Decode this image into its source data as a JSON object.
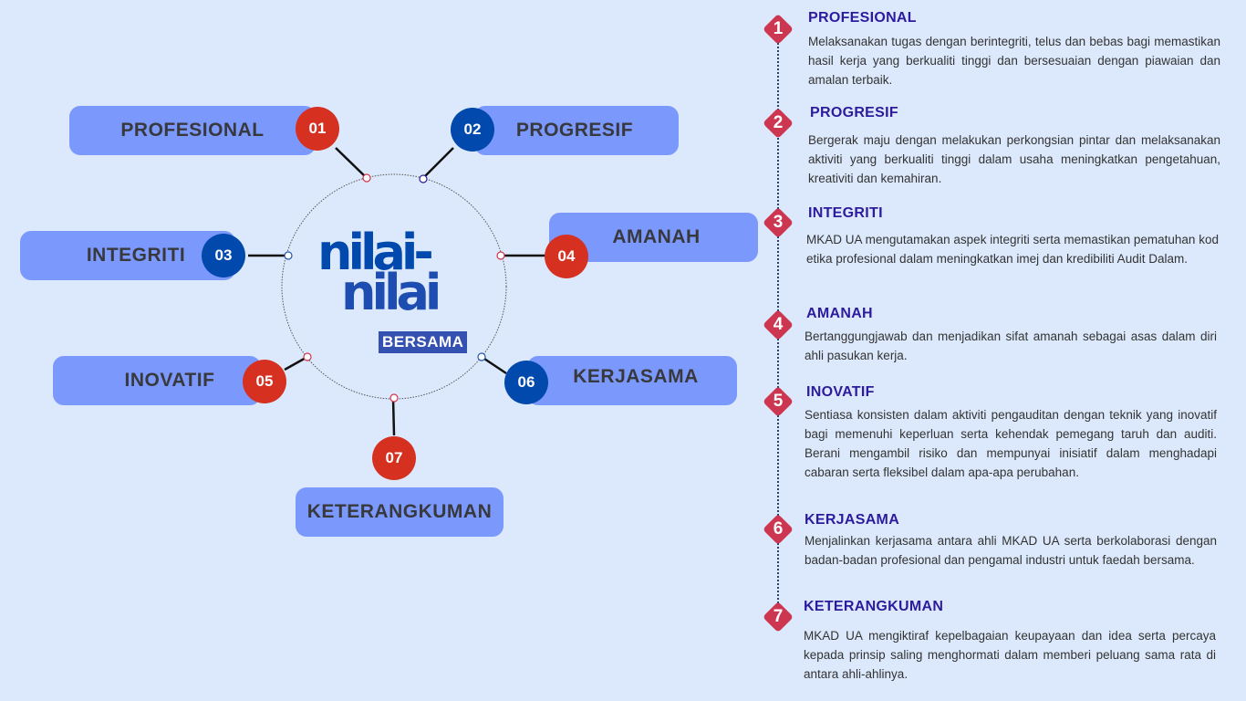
{
  "logo": {
    "line1": "nilai-",
    "line2": "nilai",
    "tag": "BERSAMA"
  },
  "nodes": [
    {
      "num": "01",
      "label": "PROFESIONAL",
      "color": "red"
    },
    {
      "num": "02",
      "label": "PROGRESIF",
      "color": "blue"
    },
    {
      "num": "03",
      "label": "INTEGRITI",
      "color": "blue"
    },
    {
      "num": "04",
      "label": "AMANAH",
      "color": "red"
    },
    {
      "num": "05",
      "label": "INOVATIF",
      "color": "red"
    },
    {
      "num": "06",
      "label": "KERJASAMA",
      "color": "blue"
    },
    {
      "num": "07",
      "label": "KETERANGKUMAN",
      "color": "red"
    }
  ],
  "values": [
    {
      "num": "1",
      "title": "PROFESIONAL",
      "desc": "Melaksanakan tugas dengan berintegriti, telus dan bebas bagi memastikan hasil kerja yang berkualiti tinggi dan bersesuaian dengan piawaian dan amalan terbaik."
    },
    {
      "num": "2",
      "title": "PROGRESIF",
      "desc": "Bergerak maju dengan melakukan perkongsian pintar dan melaksanakan aktiviti yang berkualiti tinggi dalam usaha meningkatkan pengetahuan, kreativiti dan kemahiran."
    },
    {
      "num": "3",
      "title": "INTEGRITI",
      "desc": "MKAD UA mengutamakan aspek integriti serta memastikan pematuhan kod etika profesional dalam meningkatkan imej dan kredibiliti Audit Dalam."
    },
    {
      "num": "4",
      "title": "AMANAH",
      "desc": "Bertanggungjawab dan menjadikan sifat amanah sebagai asas dalam diri ahli pasukan kerja."
    },
    {
      "num": "5",
      "title": "INOVATIF",
      "desc": "Sentiasa konsisten dalam aktiviti pengauditan dengan teknik yang inovatif bagi memenuhi keperluan serta kehendak pemegang taruh dan auditi. Berani mengambil risiko dan mempunyai inisiatif dalam menghadapi cabaran serta fleksibel dalam apa-apa perubahan."
    },
    {
      "num": "6",
      "title": "KERJASAMA",
      "desc": "Menjalinkan kerjasama antara ahli MKAD UA serta berkolaborasi dengan badan-badan profesional dan pengamal industri untuk faedah bersama."
    },
    {
      "num": "7",
      "title": "KETERANGKUMAN",
      "desc": "MKAD UA mengiktiraf kepelbagaian keupayaan dan idea serta percaya kepada prinsip saling menghormati dalam memberi peluang sama rata di antara ahli-ahlinya."
    }
  ],
  "colors": {
    "background": "#dce9fc",
    "pill": "#7b98fc",
    "red": "#d63021",
    "blue": "#0249ad",
    "diamond": "#cd3650",
    "title": "#2d1b9d"
  }
}
